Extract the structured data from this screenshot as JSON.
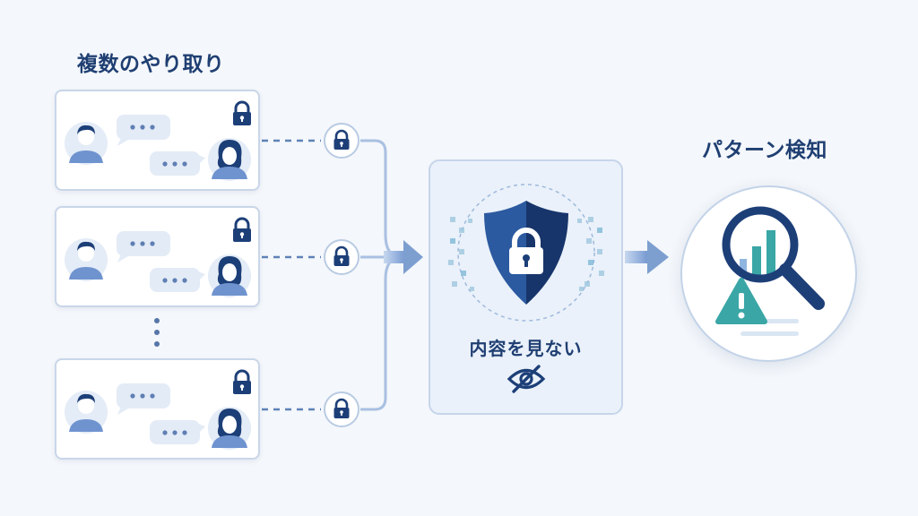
{
  "left_heading": "複数のやり取り",
  "right_heading": "パターン検知",
  "center_label": "内容を見ない",
  "bubble_text": "•••",
  "colors": {
    "navy": "#1d3f78",
    "person_blue": "#6f93cf",
    "avatar_bg": "#e4ecf7",
    "bubble_bg": "#e3ebf6",
    "teal": "#3aa6a6",
    "connector": "#5f82b8",
    "arrow": "#7d9fd0"
  },
  "icons": {
    "conversation_lock": "lock-icon",
    "connector_lock": "lock-icon",
    "shield": "shield-lock-icon",
    "hidden": "eye-slash-icon",
    "search": "magnifier-icon",
    "chart": "bar-chart-icon",
    "alert": "warning-triangle-icon",
    "continuation": "vertical-ellipsis-icon"
  }
}
